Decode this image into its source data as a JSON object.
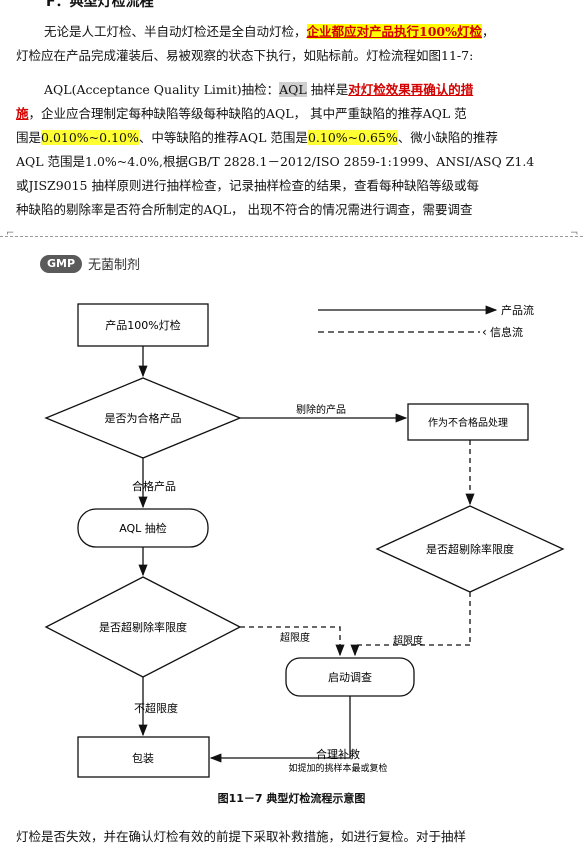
{
  "document": {
    "heading": "F．典型灯检流程",
    "paragraph1": {
      "line1_text": "无论是人工灯检、半自动灯检还是全自动灯检，",
      "line1_highlight": "企业都应对产品执行100%灯检",
      "line1_end": "，",
      "line2": "灯检应在产品完成灌装后、易被观察的状态下执行，如贴标前。灯检流程如图11-7:"
    },
    "paragraph2": {
      "l1_a": "AQL(Acceptance Quality Limit)抽检：",
      "l1_aql": "AQL",
      "l1_b": " 抽样是",
      "l1_red": "对灯检效果再确认的措",
      "l2_red": "施",
      "l2_b": "，企业应合理制定每种缺陷等级每种缺陷的AQL，  其中严重缺陷的推荐AQL  范",
      "l3_a": "围是",
      "l3_hl1": "0.010%~0.10%",
      "l3_b": "、中等缺陷的推荐AQL  范围是",
      "l3_hl2": "0.10%~0.65%",
      "l3_c": "、微小缺陷的推荐",
      "l4": "AQL  范围是1.0%~4.0%,根据GB/T 2828.1－2012/ISO 2859-1:1999、ANSI/ASQ Z1.4",
      "l5": "或JISZ9015  抽样原则进行抽样检查，记录抽样检查的结果，查看每种缺陷等级或每",
      "l6": "种缺陷的剔除率是否符合所制定的AQL，  出现不符合的情况需进行调查，需要调查"
    },
    "brand": {
      "logo": "GMP",
      "name": "无菌制剂"
    },
    "flow": {
      "start": "产品100%灯检",
      "decision1": "是否为合格产品",
      "reject_label": "剔除的产品",
      "reject_box": "作为不合格品处理",
      "pass_label": "合格产品",
      "aql": "AQL 抽检",
      "decision_right": "是否超剔除率限度",
      "decision2": "是否超剔除率限度",
      "exceed1": "超限度",
      "exceed2": "超限度",
      "investigate": "启动调查",
      "not_exceed": "不超限度",
      "pack": "包装",
      "remedy": "合理补救",
      "remedy2": "如提加的挑样本最或复检",
      "legend_product": "产品流",
      "legend_info": "信息流"
    },
    "caption": "图11－7   典型灯检流程示意图",
    "bottom": "灯检是否失效，并在确认灯检有效的前提下采取补救措施，如进行复检。对于抽样"
  }
}
